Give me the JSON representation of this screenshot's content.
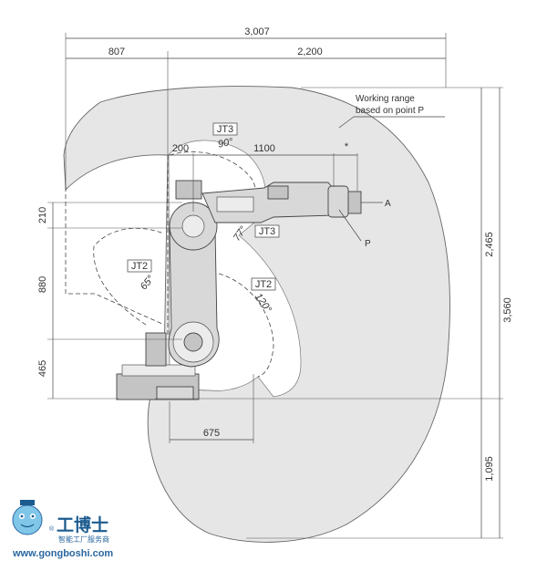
{
  "diagram": {
    "dimensions": {
      "total_width": "3,007",
      "rear_reach": "807",
      "front_reach": "2,200",
      "upper_offset": "200",
      "arm_length": "1100",
      "height_above": "2,465",
      "total_height": "3,560",
      "height_below": "1,095",
      "jt3_height": "210",
      "arm_height": "880",
      "base_height": "465",
      "bottom_width": "675"
    },
    "labels": {
      "working_range_line1": "Working range",
      "working_range_line2": "based on point P",
      "star_marker": "*",
      "point_a": "A",
      "point_p": "P"
    },
    "joints": {
      "jt3_top": "JT3",
      "jt3_side": "JT3",
      "jt2_left": "JT2",
      "jt2_right": "JT2"
    },
    "angles": {
      "jt3_up": "90°",
      "jt3_down": "77°",
      "jt2_back": "65°",
      "jt2_fwd": "120°"
    }
  },
  "watermark": {
    "name": "工博士",
    "subtitle": "智能工厂服务商",
    "url": "www.gongboshi.com",
    "registered": "®"
  }
}
